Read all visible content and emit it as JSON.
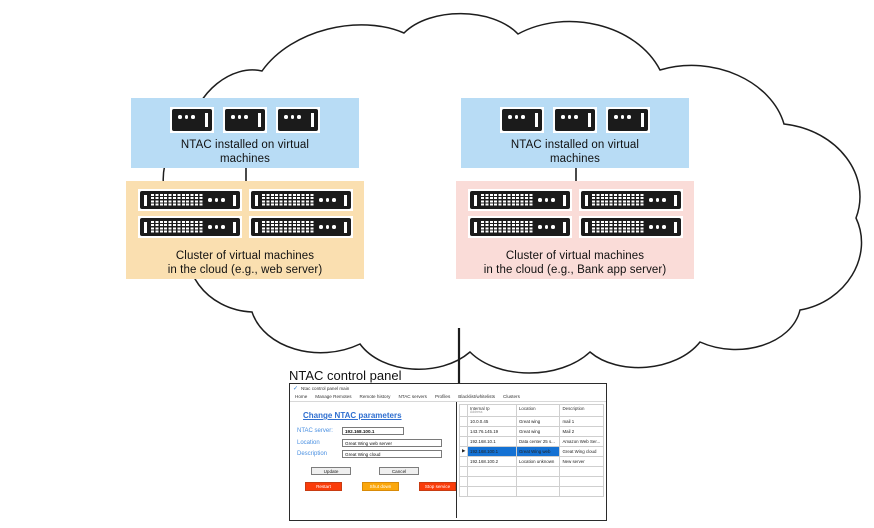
{
  "diagram": {
    "cloud_label": "cloud-outline",
    "groups": [
      {
        "id": "left",
        "top_box": {
          "caption": "NTAC installed on virtual\nmachines",
          "caption_line1": "NTAC installed on virtual",
          "caption_line2": "machines",
          "color": "#b8dcf5",
          "icon_count": 3,
          "icon_name": "virtual-machine-icon"
        },
        "bottom_box": {
          "caption_line1": "Cluster of virtual machines",
          "caption_line2": "in the cloud (e.g., web server)",
          "color": "#fadfb0",
          "icon_count": 4,
          "icon_name": "server-rack-icon"
        }
      },
      {
        "id": "right",
        "top_box": {
          "caption_line1": "NTAC installed on virtual",
          "caption_line2": "machines",
          "color": "#b8dcf5",
          "icon_count": 3,
          "icon_name": "virtual-machine-icon"
        },
        "bottom_box": {
          "caption_line1": "Cluster of virtual machines",
          "caption_line2": "in the cloud (e.g., Bank app server)",
          "color": "#fadcd8",
          "icon_count": 4,
          "icon_name": "server-rack-icon"
        }
      }
    ]
  },
  "panel_label": "NTAC control panel",
  "panel": {
    "titlebar": {
      "icon": "check-swoosh-icon",
      "text": "Ntac control panel main"
    },
    "menu": [
      "Home",
      "Manage Remotes",
      "Remote history",
      "NTAC servers",
      "Profiles",
      "Blacklist/whitelists",
      "Clusters"
    ],
    "form": {
      "title": "Change NTAC parameters",
      "fields": [
        {
          "label": "NTAC server:",
          "value": "192.168.100.1"
        },
        {
          "label": "Location",
          "value": "Great Wing web server"
        },
        {
          "label": "Description",
          "value": "Great Wing cloud"
        }
      ],
      "buttons": [
        {
          "label": "Update",
          "style": "default"
        },
        {
          "label": "Cancel",
          "style": "default"
        }
      ],
      "action_buttons": [
        {
          "label": "Restart",
          "style": "red",
          "color": "#fa3c0a"
        },
        {
          "label": "Shut down",
          "style": "orange",
          "color": "#fba70c"
        },
        {
          "label": "Stop service",
          "style": "red",
          "color": "#fa3c0a"
        }
      ]
    },
    "grid": {
      "columns": [
        {
          "header": "Internal Ip",
          "sub": "Address"
        },
        {
          "header": "Location",
          "sub": ""
        },
        {
          "header": "Description",
          "sub": ""
        }
      ],
      "rows": [
        {
          "selector": "",
          "ip": "10.0.0.45",
          "location": "Great wing",
          "description": "mail 1",
          "selected": false
        },
        {
          "selector": "",
          "ip": "143.76.145.19",
          "location": "Great wing",
          "description": "Mail 2",
          "selected": false
        },
        {
          "selector": "",
          "ip": "192.168.10.1",
          "location": "Data center 25 s...",
          "description": "Amazon Web Ser...",
          "selected": false
        },
        {
          "selector": "▶",
          "ip": "192.168.100.1",
          "location": "Great Wing web",
          "description": "Great Wing cloud",
          "selected": true
        },
        {
          "selector": "",
          "ip": "192.168.100.2",
          "location": "Location unknown",
          "description": "New server",
          "selected": false
        }
      ]
    }
  },
  "colors": {
    "blue_box": "#b8dcf5",
    "orange_box": "#fadfb0",
    "pink_box": "#fadcd8",
    "link_blue": "#2f6fd0",
    "label_blue": "#4a90e2",
    "select_blue": "#1471d3",
    "red": "#fa3c0a",
    "orange": "#fba70c"
  }
}
